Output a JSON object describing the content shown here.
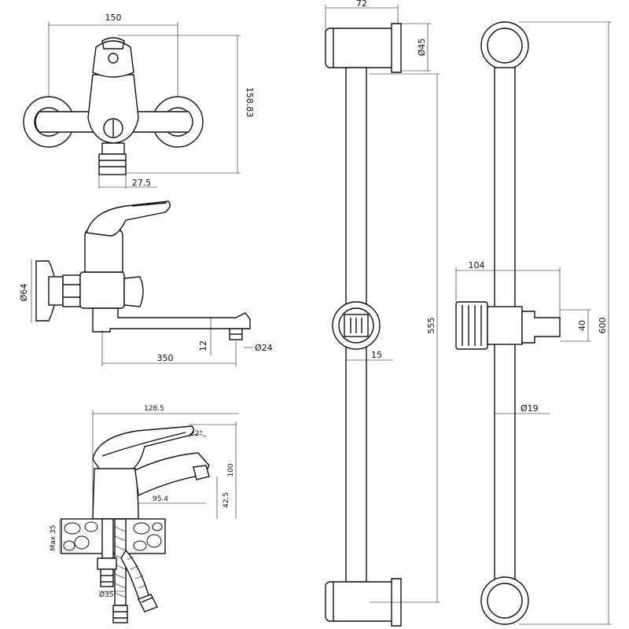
{
  "wall_mixer_front": {
    "dim_width": "150",
    "dim_height": "158.83",
    "dim_outlet": "27.5"
  },
  "bath_mixer_side": {
    "dim_flange": "Ø64",
    "dim_spout_length": "350",
    "dim_spout_drop": "12",
    "dim_outlet": "Ø24"
  },
  "basin_mixer": {
    "dim_length": "128.5",
    "dim_angle": "22°",
    "dim_height": "100",
    "dim_spout_reach": "95.4",
    "dim_spout_height": "42.5",
    "dim_counter_max": "Max 35",
    "dim_pipe": "Ø35"
  },
  "shower_rail_side": {
    "dim_bracket_width": "72",
    "dim_bracket_dia": "Ø45",
    "dim_center_distance": "555",
    "dim_slider_width": "15"
  },
  "shower_rail_front": {
    "dim_slider_length": "104",
    "dim_slider_height": "40",
    "dim_total_length": "600",
    "dim_rail_dia": "Ø19"
  }
}
